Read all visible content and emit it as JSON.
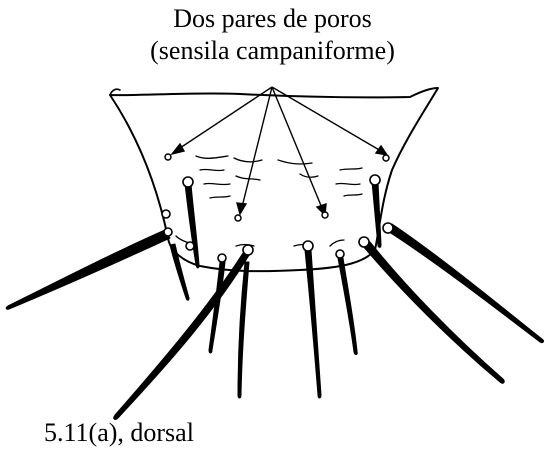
{
  "annotation": {
    "line1": "Dos pares de poros",
    "line2": "(sensila campaniforme)"
  },
  "caption": "5.11(a), dorsal",
  "colors": {
    "ink": "#000000",
    "background": "#ffffff"
  }
}
